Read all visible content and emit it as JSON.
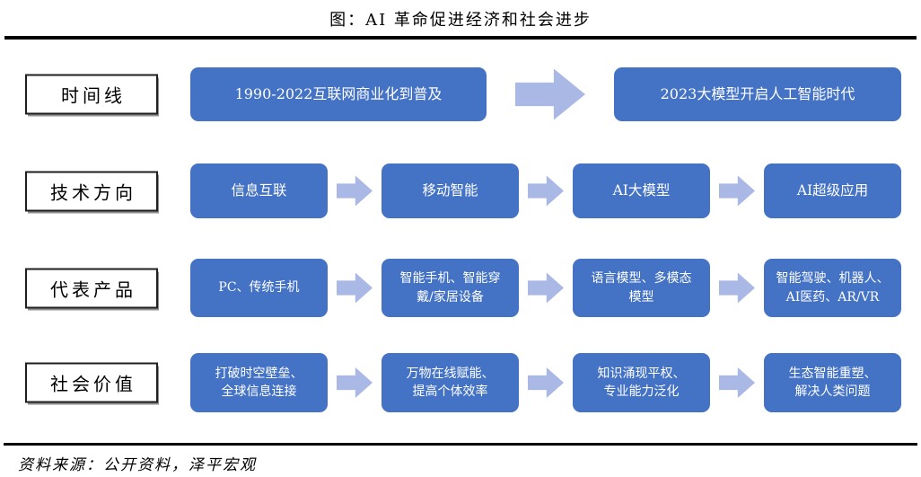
{
  "title": "图：AI 革命促进经济和社会进步",
  "source": "资料来源：公开资料，泽平宏观",
  "colors": {
    "box_blue": "#4472C4",
    "arrow_blue": "#A9B8E5",
    "box_text": "#FFFFFF",
    "divider": "#000000"
  },
  "rows": [
    {
      "label": "时间线",
      "items": [
        [
          "1990-2022互联网商业化到普及"
        ],
        [
          "2023大模型开启人工智能时代"
        ]
      ]
    },
    {
      "label": "技术方向",
      "items": [
        [
          "信息互联"
        ],
        [
          "移动智能"
        ],
        [
          "AI大模型"
        ],
        [
          "AI超级应用"
        ]
      ]
    },
    {
      "label": "代表产品",
      "items": [
        [
          "PC、传统手机"
        ],
        [
          "智能手机、智能穿",
          "戴/家居设备"
        ],
        [
          "语言模型、多模态",
          "模型"
        ],
        [
          "智能驾驶、机器人、",
          "AI医药、AR/VR"
        ]
      ]
    },
    {
      "label": "社会价值",
      "items": [
        [
          "打破时空壁垒、",
          "全球信息连接"
        ],
        [
          "万物在线赋能、",
          "提高个体效率"
        ],
        [
          "知识涌现平权、",
          "专业能力泛化"
        ],
        [
          "生态智能重塑、",
          "解决人类问题"
        ]
      ]
    }
  ]
}
